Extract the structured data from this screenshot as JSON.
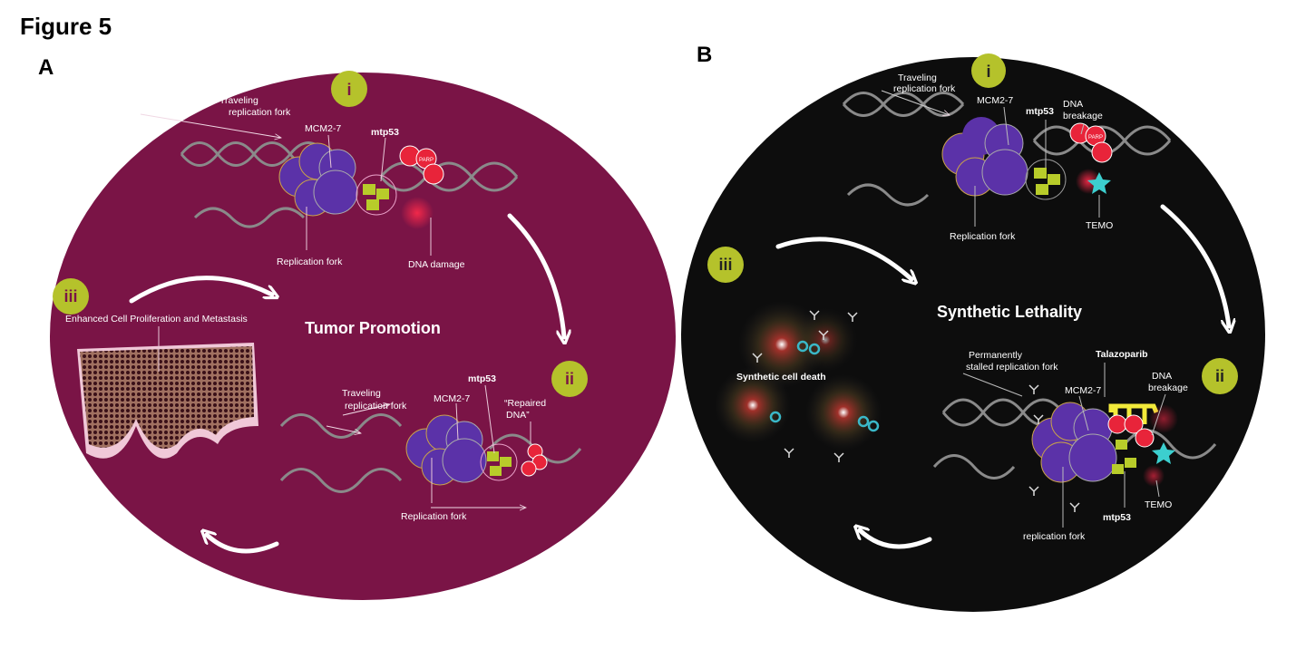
{
  "figure_title": "Figure 5",
  "colors": {
    "panel_a_bg": "#7a1446",
    "panel_b_bg": "#0d0d0d",
    "badge": "#b5c22b",
    "mcm": "#5b32a8",
    "parp": "#e8243a",
    "mtp53": "#b8cc2a",
    "temo": "#3ccfcf"
  },
  "panel_a": {
    "letter": "A",
    "center_title": "Tumor Promotion",
    "step_i": {
      "badge": "i",
      "traveling_1": "Traveling",
      "traveling_2": "replication fork",
      "mcm": "MCM2-7",
      "mtp53": "mtp53",
      "replication_fork": "Replication fork",
      "dna_damage": "DNA damage",
      "parp": "PARP"
    },
    "step_ii": {
      "badge": "ii",
      "traveling_1": "Traveling",
      "traveling_2": "replication fork",
      "mcm": "MCM2-7",
      "mtp53": "mtp53",
      "repaired_1": "“Repaired",
      "repaired_2": "DNA”",
      "replication_fork": "Replication fork"
    },
    "step_iii": {
      "badge": "iii",
      "caption": "Enhanced Cell Proliferation and Metastasis"
    }
  },
  "panel_b": {
    "letter": "B",
    "center_title": "Synthetic Lethality",
    "step_i": {
      "badge": "i",
      "traveling_1": "Traveling",
      "traveling_2": "replication fork",
      "mcm": "MCM2-7",
      "mtp53": "mtp53",
      "breakage_1": "DNA",
      "breakage_2": "breakage",
      "replication_fork": "Replication fork",
      "temo": "TEMO",
      "parp": "PARP"
    },
    "step_ii": {
      "badge": "ii",
      "stalled_1": "Permanently",
      "stalled_2": "stalled replication fork",
      "talazoparib": "Talazoparib",
      "mcm": "MCM2-7",
      "breakage_1": "DNA",
      "breakage_2": "breakage",
      "temo": "TEMO",
      "mtp53": "mtp53",
      "replication_fork": "replication fork"
    },
    "step_iii": {
      "badge": "iii",
      "caption": "Synthetic cell death"
    }
  }
}
